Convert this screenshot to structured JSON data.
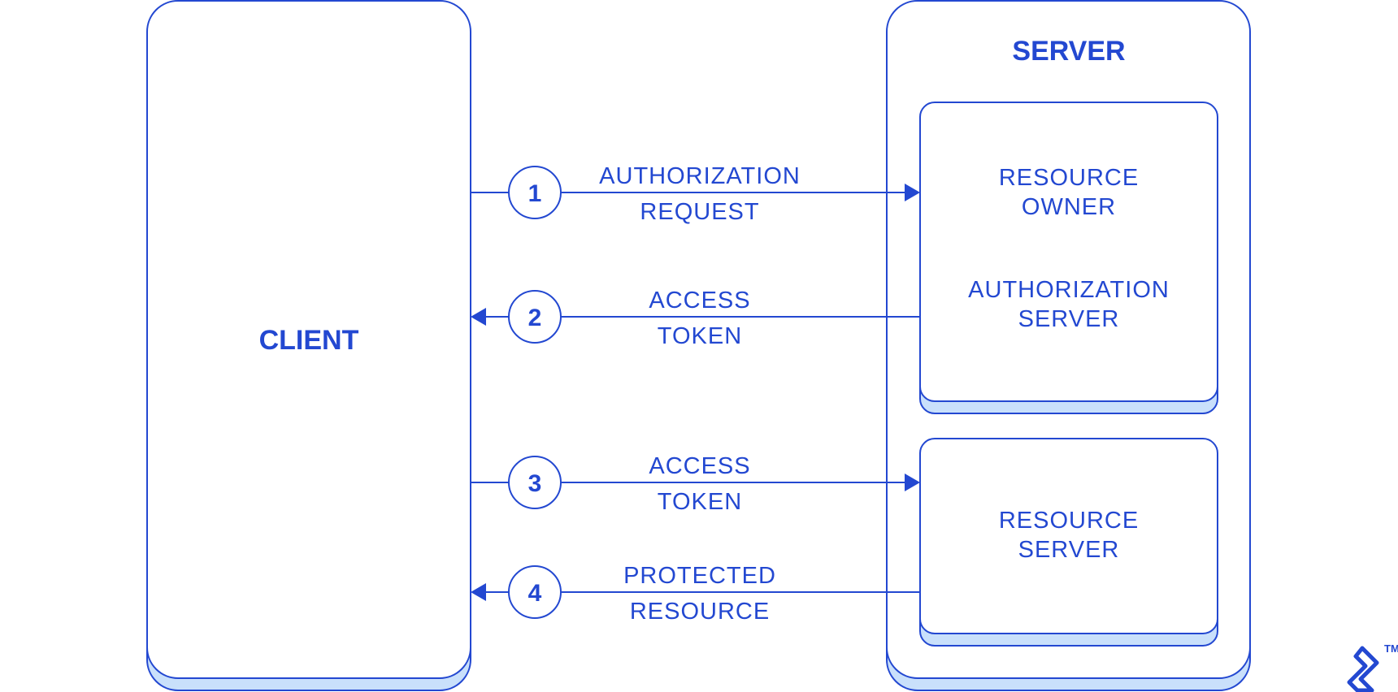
{
  "colors": {
    "stroke": "#2348d1",
    "shadow_fill": "#c9e0fb",
    "background": "#ffffff"
  },
  "client": {
    "title": "CLIENT"
  },
  "server": {
    "title": "SERVER",
    "auth_box": {
      "top_label": [
        "RESOURCE",
        "OWNER"
      ],
      "bottom_label": [
        "AUTHORIZATION",
        "SERVER"
      ]
    },
    "resource_box": {
      "label": [
        "RESOURCE",
        "SERVER"
      ]
    }
  },
  "steps": [
    {
      "number": "1",
      "label": [
        "AUTHORIZATION",
        "REQUEST"
      ],
      "direction": "to-server"
    },
    {
      "number": "2",
      "label": [
        "ACCESS",
        "TOKEN"
      ],
      "direction": "to-client"
    },
    {
      "number": "3",
      "label": [
        "ACCESS",
        "TOKEN"
      ],
      "direction": "to-server"
    },
    {
      "number": "4",
      "label": [
        "PROTECTED",
        "RESOURCE"
      ],
      "direction": "to-client"
    }
  ],
  "logo": {
    "icon": "toptal-logo-icon",
    "trademark": "TM"
  }
}
